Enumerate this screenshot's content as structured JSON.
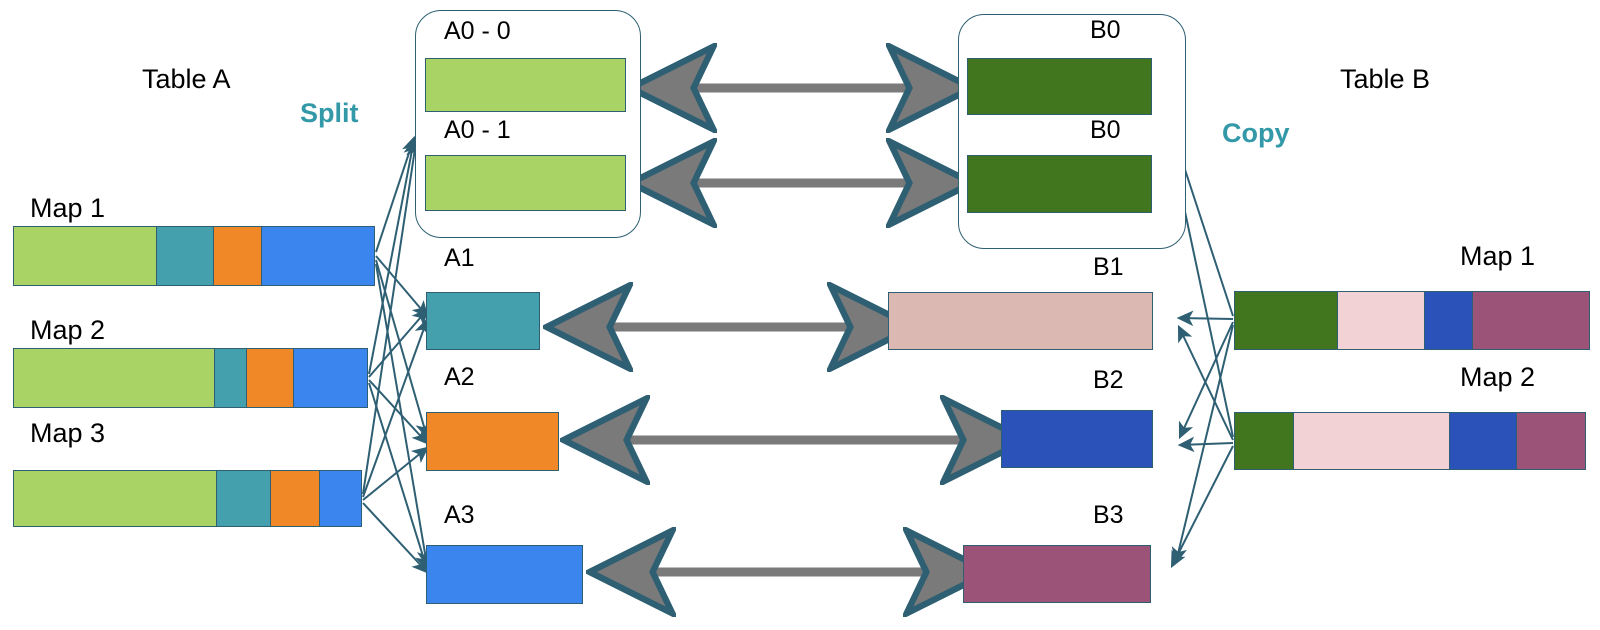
{
  "title": "Table A to Table B split and copy mapping diagram",
  "colors": {
    "light_green": "#A9D365",
    "teal": "#45A0AE",
    "orange": "#F08828",
    "blue": "#3B86EE",
    "dark_green": "#41761F",
    "pink": "#F2D2D5",
    "royal_blue": "#2B52B8",
    "plum": "#9B5478",
    "blush": "#DCB8B2",
    "outline": "#2E5F73",
    "accent_text": "#3399A8",
    "gray_arrow": "#7A7A7A",
    "connector": "#2E5F73",
    "background": "#FFFFFF"
  },
  "labels": {
    "table_a": "Table A",
    "table_b": "Table B",
    "split": "Split",
    "copy": "Copy"
  },
  "left_maps": [
    {
      "name": "Map 1",
      "segments": [
        {
          "id": "A0",
          "color_key": "light_green",
          "width_pct": 39.8
        },
        {
          "id": "A1",
          "color_key": "teal",
          "width_pct": 15.7
        },
        {
          "id": "A2",
          "color_key": "orange",
          "width_pct": 13.3
        },
        {
          "id": "A3",
          "color_key": "blue",
          "width_pct": 31.2
        }
      ]
    },
    {
      "name": "Map 2",
      "segments": [
        {
          "id": "A0",
          "color_key": "light_green",
          "width_pct": 56.9
        },
        {
          "id": "A1",
          "color_key": "teal",
          "width_pct": 9.0
        },
        {
          "id": "A2",
          "color_key": "orange",
          "width_pct": 13.5
        },
        {
          "id": "A3",
          "color_key": "blue",
          "width_pct": 20.6
        }
      ]
    },
    {
      "name": "Map 3",
      "segments": [
        {
          "id": "A0",
          "color_key": "light_green",
          "width_pct": 58.4
        },
        {
          "id": "A1",
          "color_key": "teal",
          "width_pct": 15.8
        },
        {
          "id": "A2",
          "color_key": "orange",
          "width_pct": 14.0
        },
        {
          "id": "A3",
          "color_key": "blue",
          "width_pct": 11.8
        }
      ]
    }
  ],
  "right_maps": [
    {
      "name": "Map 1",
      "segments": [
        {
          "id": "B0",
          "color_key": "dark_green",
          "width_pct": 29.2
        },
        {
          "id": "B1",
          "color_key": "pink",
          "width_pct": 24.4
        },
        {
          "id": "B2",
          "color_key": "royal_blue",
          "width_pct": 13.5
        },
        {
          "id": "B3",
          "color_key": "plum",
          "width_pct": 32.9
        }
      ]
    },
    {
      "name": "Map 2",
      "segments": [
        {
          "id": "B0",
          "color_key": "dark_green",
          "width_pct": 16.8
        },
        {
          "id": "B1",
          "color_key": "pink",
          "width_pct": 44.6
        },
        {
          "id": "B2",
          "color_key": "royal_blue",
          "width_pct": 19.3
        },
        {
          "id": "B3",
          "color_key": "plum",
          "width_pct": 19.3
        }
      ]
    }
  ],
  "table_a_blocks": {
    "group": {
      "children": [
        {
          "label": "A0 - 0",
          "color_key": "light_green"
        },
        {
          "label": "A0 - 1",
          "color_key": "light_green"
        }
      ]
    },
    "items": [
      {
        "label": "A1",
        "color_key": "teal"
      },
      {
        "label": "A2",
        "color_key": "orange"
      },
      {
        "label": "A3",
        "color_key": "blue"
      }
    ]
  },
  "table_b_blocks": {
    "group": {
      "children": [
        {
          "label": "B0",
          "color_key": "dark_green"
        },
        {
          "label": "B0",
          "color_key": "dark_green"
        }
      ]
    },
    "items": [
      {
        "label": "B1",
        "color_key": "blush"
      },
      {
        "label": "B2",
        "color_key": "royal_blue"
      },
      {
        "label": "B3",
        "color_key": "plum"
      }
    ]
  },
  "pair_arrows": [
    {
      "from": "A0 - 0",
      "to": "B0",
      "style": "double-headed"
    },
    {
      "from": "A0 - 1",
      "to": "B0",
      "style": "double-headed"
    },
    {
      "from": "A1",
      "to": "B1",
      "style": "double-headed"
    },
    {
      "from": "A2",
      "to": "B2",
      "style": "double-headed"
    },
    {
      "from": "A3",
      "to": "B3",
      "style": "double-headed"
    }
  ]
}
